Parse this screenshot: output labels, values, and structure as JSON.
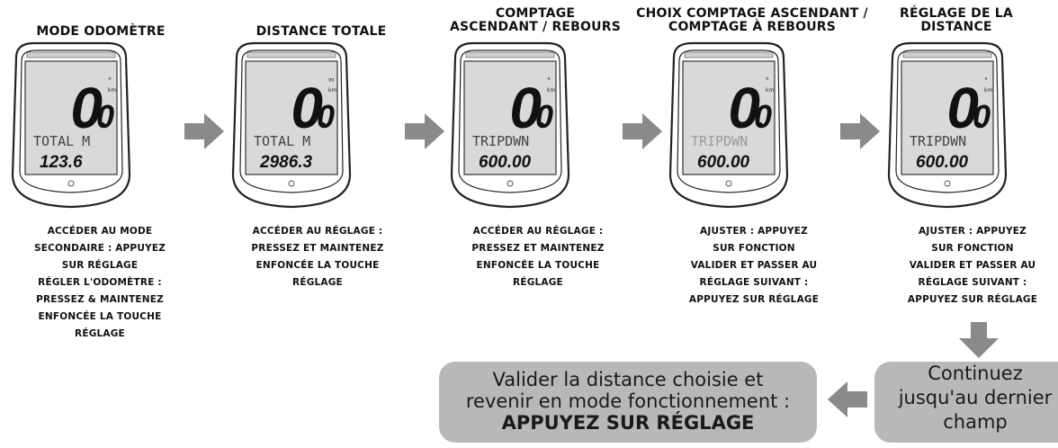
{
  "steps": [
    {
      "title": "MODE ODOMÈTRE",
      "lcd_main": "0.0",
      "lcd_label": "TOTAL  M",
      "lcd_value": "123.6",
      "caption": [
        "ACCÉDER AU MODE",
        "SECONDAIRE : APPUYEZ",
        "SUR RÉGLAGE",
        "RÉGLER L'ODOMÈTRE :",
        "PRESSEZ & MAINTENEZ",
        "ENFONCÉE LA TOUCHE",
        "RÉGLAGE"
      ]
    },
    {
      "title": "DISTANCE TOTALE",
      "lcd_main": "0.0",
      "lcd_label": "TOTAL  M",
      "lcd_value": "2986.3",
      "caption": [
        "ACCÉDER AU RÉGLAGE :",
        "PRESSEZ ET MAINTENEZ",
        "ENFONCÉE LA TOUCHE",
        "RÉGLAGE"
      ]
    },
    {
      "title": "COMPTAGE\nASCENDANT / REBOURS",
      "lcd_main": "0.0",
      "lcd_label": "TRIPDWN",
      "lcd_value": "600.00",
      "caption": [
        "ACCÉDER AU RÉGLAGE :",
        "PRESSEZ ET MAINTENEZ",
        "ENFONCÉE LA TOUCHE",
        "RÉGLAGE"
      ]
    },
    {
      "title": "CHOIX COMPTAGE ASCENDANT /\nCOMPTAGE À REBOURS",
      "lcd_main": "0.0",
      "lcd_label": "TRIPDWN",
      "lcd_value": "600.00",
      "caption": [
        "AJUSTER : APPUYEZ",
        "SUR FONCTION",
        "VALIDER ET PASSER AU",
        "RÉGLAGE SUIVANT :",
        "APPUYEZ SUR RÉGLAGE"
      ]
    },
    {
      "title": "RÉGLAGE DE LA\nDISTANCE",
      "lcd_main": "0.0",
      "lcd_label": "TRIPDWN",
      "lcd_value": "600.00",
      "caption": [
        "AJUSTER : APPUYEZ",
        "SUR FONCTION",
        "VALIDER ET PASSER AU",
        "RÉGLAGE SUIVANT :",
        "APPUYEZ SUR RÉGLAGE"
      ]
    }
  ],
  "box_continue": {
    "lines": [
      "Continuez",
      "jusqu'au dernier",
      "champ"
    ]
  },
  "box_validate": {
    "line1": "Valider la distance choisie et",
    "line2": "revenir en mode fonctionnement :",
    "line3": "APPUYEZ SUR RÉGLAGE"
  },
  "colors": {
    "arrow": "#8a8a8a",
    "pill": "#b8b8b8",
    "device_outline": "#222222",
    "lcd_bg": "#d9d9d9"
  }
}
